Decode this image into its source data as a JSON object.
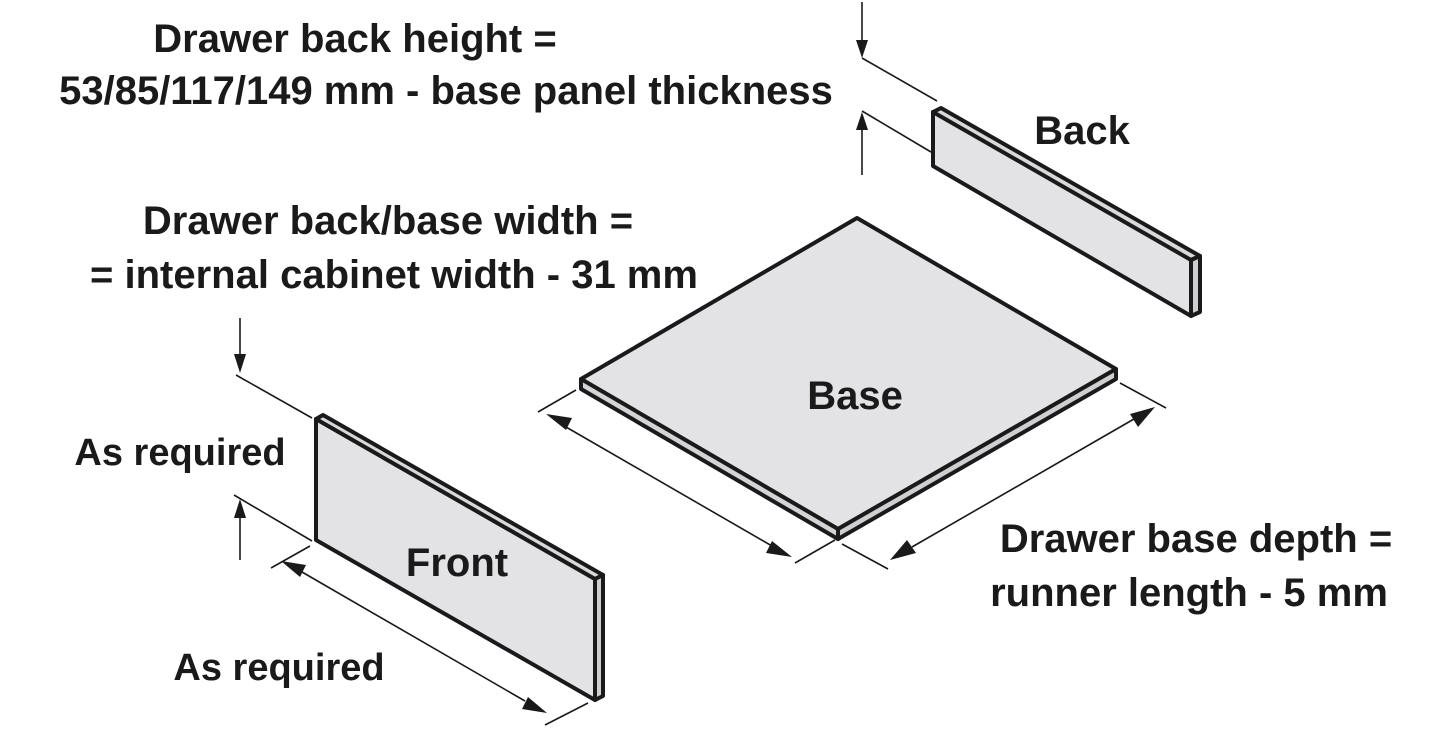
{
  "labels": {
    "back_height_line1": "Drawer back height =",
    "back_height_line2": "53/85/117/149 mm - base panel thickness",
    "back": "Back",
    "width_line1": "Drawer back/base width =",
    "width_line2": "= internal cabinet width - 31 mm",
    "base": "Base",
    "front_height": "As required",
    "front": "Front",
    "front_width": "As required",
    "depth_line1": "Drawer base depth =",
    "depth_line2": "runner length - 5 mm"
  },
  "colors": {
    "panel_fill": "#e3e3e5",
    "panel_side": "#cfcfd2",
    "line": "#1a1a1a"
  }
}
